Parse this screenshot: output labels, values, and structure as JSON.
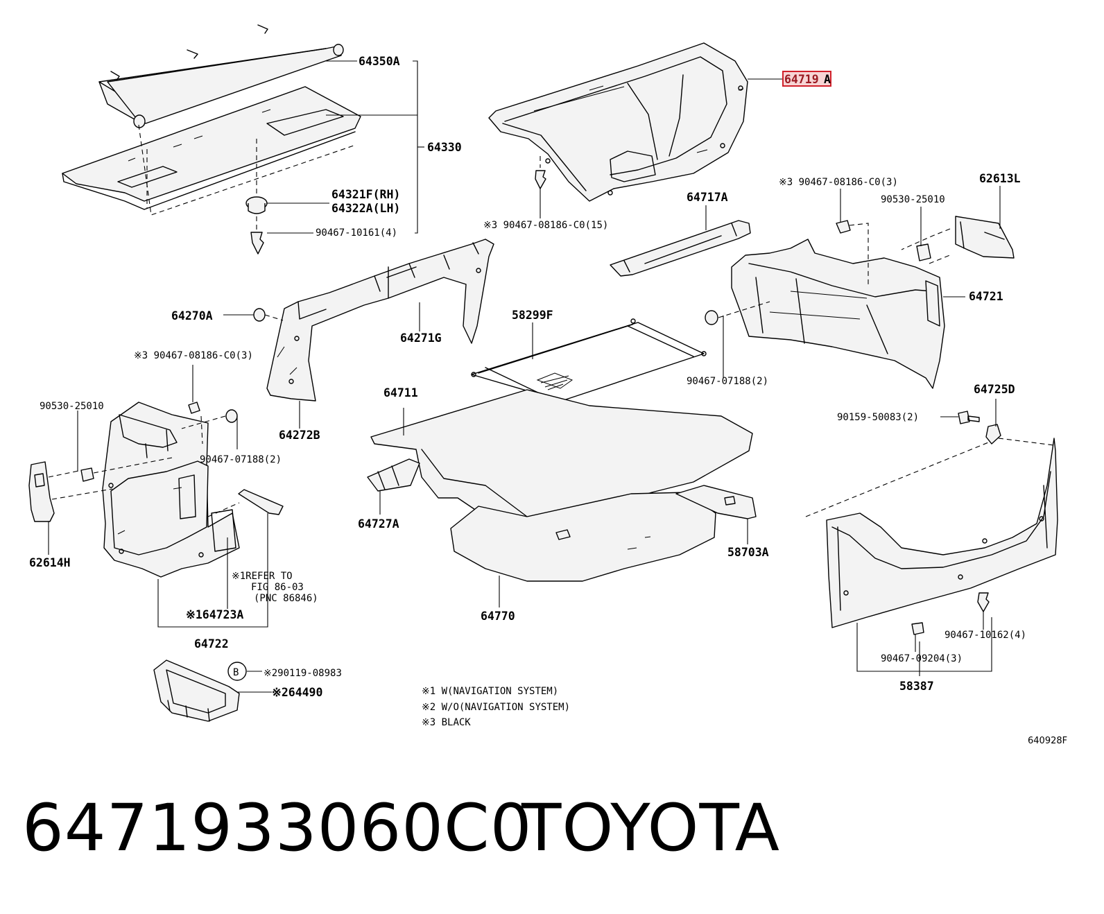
{
  "labels": {
    "p64350A": "64350A",
    "p64330": "64330",
    "p64321F": "64321F(RH)",
    "p64322A": "64322A(LH)",
    "p90467_10161": "90467-10161(4)",
    "p64719A_num": "64719",
    "p64719A_suffix": "A",
    "p90467_08186_15": "※3 90467-08186-C0(15)",
    "p64717A": "64717A",
    "p90467_08186_3r": "※3 90467-08186-C0(3)",
    "p62613L": "62613L",
    "p90530_25010r": "90530-25010",
    "p64721": "64721",
    "p64270A": "64270A",
    "p64271G": "64271G",
    "p58299F": "58299F",
    "p90467_07188r": "90467-07188(2)",
    "p90467_08186_3l": "※3 90467-08186-C0(3)",
    "p90530_25010l": "90530-25010",
    "p64272B": "64272B",
    "p64711": "64711",
    "p64725D": "64725D",
    "p90159_50083": "90159-50083(2)",
    "p90467_07188l": "90467-07188(2)",
    "p64727A": "64727A",
    "p62614H": "62614H",
    "p58703A": "58703A",
    "refer1": "※1REFER TO",
    "refer2": "FIG 86-03",
    "refer3": "(PNC 86846)",
    "p64723A": "※164723A",
    "p64770": "64770",
    "p64722": "64722",
    "p90467_10162": "90467-10162(4)",
    "p90467_09204": "90467-09204(3)",
    "p58387": "58387",
    "circleB": "B",
    "p90119_08983": "※290119-08983",
    "p64490": "※264490"
  },
  "legend": {
    "n1": "※1 W(NAVIGATION SYSTEM)",
    "n2": "※2 W/O(NAVIGATION SYSTEM)",
    "n3": "※3 BLACK"
  },
  "figure_code": "640928F",
  "footer": {
    "part_number": "6471933060C0",
    "brand": "TOYOTA"
  },
  "colors": {
    "highlight_border": "#d0202a",
    "highlight_fill": "#f7d5d5"
  }
}
